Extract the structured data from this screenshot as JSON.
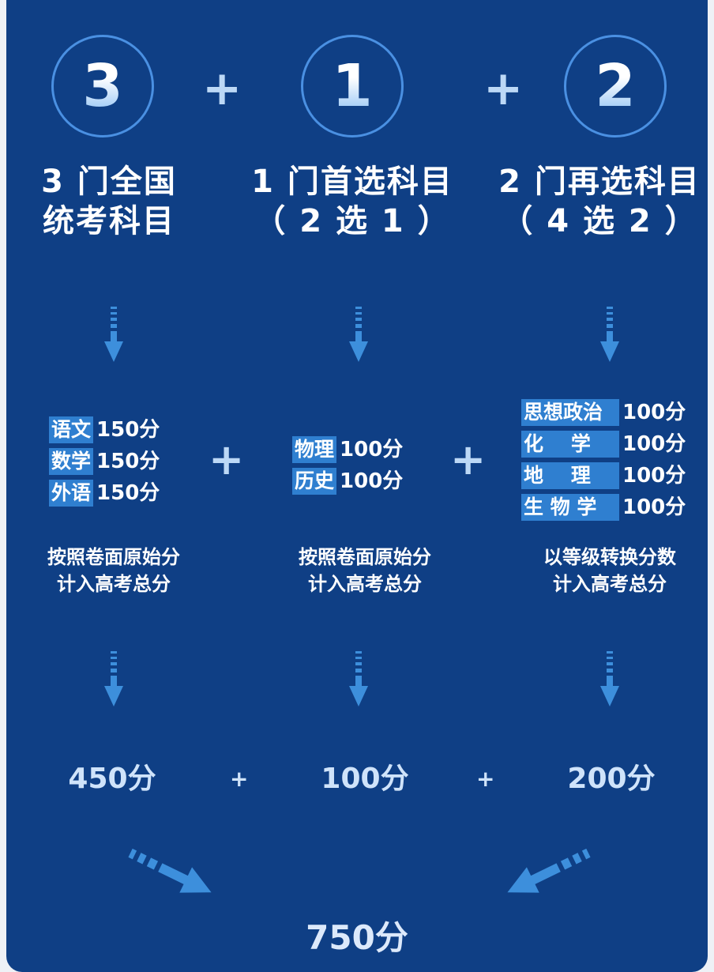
{
  "colors": {
    "background": "#0f3f85",
    "accent": "#2f7fd0",
    "ring": "#4a90e2",
    "arrow": "#3d8fdc"
  },
  "columns": [
    {
      "number": "3",
      "title_line1": "3 门全国",
      "title_line2": "统考科目",
      "subjects": [
        {
          "name": "语文",
          "score": "150分"
        },
        {
          "name": "数学",
          "score": "150分"
        },
        {
          "name": "外语",
          "score": "150分"
        }
      ],
      "desc_line1": "按照卷面原始分",
      "desc_line2": "计入高考总分",
      "total": "450分"
    },
    {
      "number": "1",
      "title_line1": "1 门首选科目",
      "title_line2": "（ 2 选 1 ）",
      "subjects": [
        {
          "name": "物理",
          "score": "100分"
        },
        {
          "name": "历史",
          "score": "100分"
        }
      ],
      "desc_line1": "按照卷面原始分",
      "desc_line2": "计入高考总分",
      "total": "100分"
    },
    {
      "number": "2",
      "title_line1": "2 门再选科目",
      "title_line2": "（ 4 选 2 ）",
      "subjects": [
        {
          "name": "思想政治",
          "score": "100分"
        },
        {
          "name": "化    学",
          "score": "100分"
        },
        {
          "name": "地    理",
          "score": "100分"
        },
        {
          "name": "生 物 学",
          "score": "100分"
        }
      ],
      "desc_line1": "以等级转换分数",
      "desc_line2": "计入高考总分",
      "total": "200分"
    }
  ],
  "plus_sign": "+",
  "grand_total": "750分"
}
